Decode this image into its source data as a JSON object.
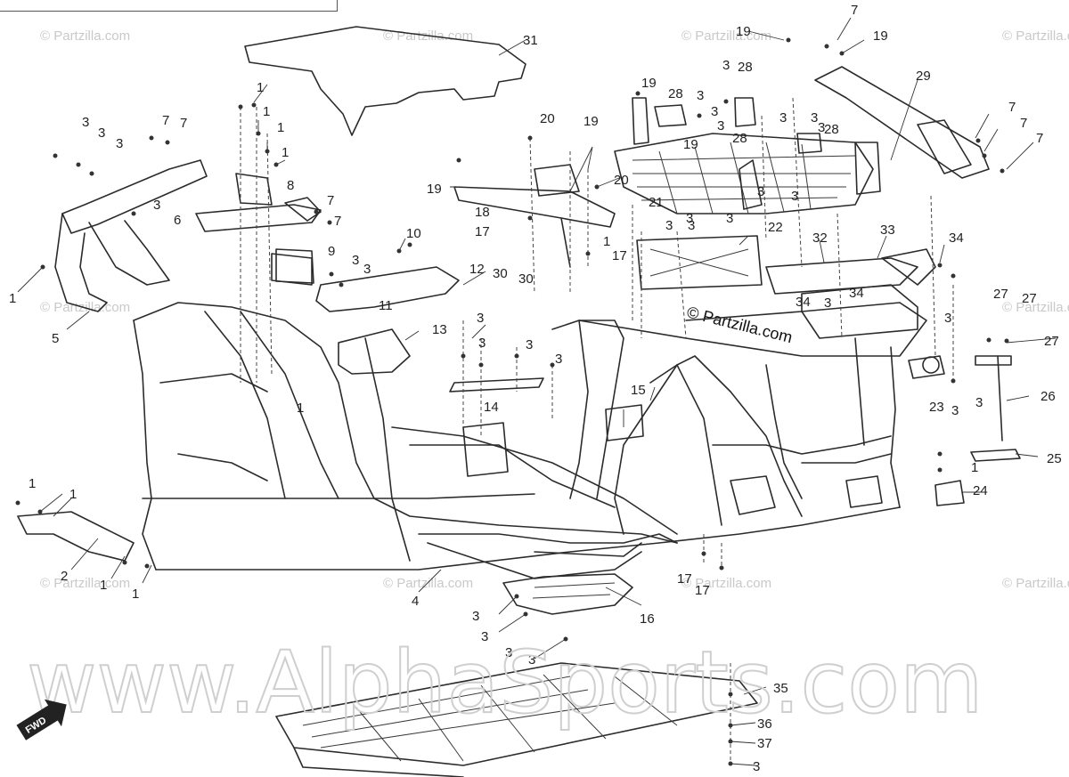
{
  "watermarks": {
    "small": "© Partzilla.com",
    "big": "www.AlphaSports.com"
  },
  "direction_badge": "FWD",
  "callouts": [
    {
      "id": "c1",
      "label": "1"
    },
    {
      "id": "c2",
      "label": "1"
    },
    {
      "id": "c3",
      "label": "1"
    },
    {
      "id": "c4",
      "label": "1"
    },
    {
      "id": "c5",
      "label": "1"
    },
    {
      "id": "c6",
      "label": "1"
    },
    {
      "id": "c7",
      "label": "1"
    },
    {
      "id": "c8",
      "label": "1"
    },
    {
      "id": "c9",
      "label": "1"
    },
    {
      "id": "c10",
      "label": "1"
    },
    {
      "id": "c11",
      "label": "1"
    },
    {
      "id": "c12",
      "label": "1"
    },
    {
      "id": "c13",
      "label": "2"
    },
    {
      "id": "c14",
      "label": "3"
    },
    {
      "id": "c15",
      "label": "3"
    },
    {
      "id": "c16",
      "label": "3"
    },
    {
      "id": "c17",
      "label": "3"
    },
    {
      "id": "c18",
      "label": "3"
    },
    {
      "id": "c19",
      "label": "3"
    },
    {
      "id": "c20",
      "label": "3"
    },
    {
      "id": "c21",
      "label": "3"
    },
    {
      "id": "c22",
      "label": "3"
    },
    {
      "id": "c23",
      "label": "3"
    },
    {
      "id": "c24",
      "label": "3"
    },
    {
      "id": "c25",
      "label": "3"
    },
    {
      "id": "c26",
      "label": "3"
    },
    {
      "id": "c27",
      "label": "3"
    },
    {
      "id": "c28",
      "label": "3"
    },
    {
      "id": "c29",
      "label": "3"
    },
    {
      "id": "c30",
      "label": "3"
    },
    {
      "id": "c31",
      "label": "3"
    },
    {
      "id": "c32",
      "label": "3"
    },
    {
      "id": "c33",
      "label": "3"
    },
    {
      "id": "c34",
      "label": "3"
    },
    {
      "id": "c35",
      "label": "3"
    },
    {
      "id": "c36",
      "label": "3"
    },
    {
      "id": "c37",
      "label": "3"
    },
    {
      "id": "c38",
      "label": "3"
    },
    {
      "id": "c39",
      "label": "3"
    },
    {
      "id": "c40",
      "label": "3"
    },
    {
      "id": "c41",
      "label": "3"
    },
    {
      "id": "c42",
      "label": "3"
    },
    {
      "id": "c43",
      "label": "3"
    },
    {
      "id": "c44",
      "label": "4"
    },
    {
      "id": "c45",
      "label": "5"
    },
    {
      "id": "c46",
      "label": "6"
    },
    {
      "id": "c47",
      "label": "7"
    },
    {
      "id": "c48",
      "label": "7"
    },
    {
      "id": "c49",
      "label": "7"
    },
    {
      "id": "c50",
      "label": "7"
    },
    {
      "id": "c51",
      "label": "7"
    },
    {
      "id": "c52",
      "label": "7"
    },
    {
      "id": "c53",
      "label": "7"
    },
    {
      "id": "c54",
      "label": "7"
    },
    {
      "id": "c55",
      "label": "8"
    },
    {
      "id": "c56",
      "label": "9"
    },
    {
      "id": "c57",
      "label": "10"
    },
    {
      "id": "c58",
      "label": "11"
    },
    {
      "id": "c59",
      "label": "12"
    },
    {
      "id": "c60",
      "label": "13"
    },
    {
      "id": "c61",
      "label": "14"
    },
    {
      "id": "c62",
      "label": "15"
    },
    {
      "id": "c63",
      "label": "16"
    },
    {
      "id": "c64",
      "label": "17"
    },
    {
      "id": "c65",
      "label": "17"
    },
    {
      "id": "c66",
      "label": "17"
    },
    {
      "id": "c67",
      "label": "17"
    },
    {
      "id": "c68",
      "label": "18"
    },
    {
      "id": "c69",
      "label": "19"
    },
    {
      "id": "c70",
      "label": "19"
    },
    {
      "id": "c71",
      "label": "19"
    },
    {
      "id": "c72",
      "label": "19"
    },
    {
      "id": "c73",
      "label": "19"
    },
    {
      "id": "c74",
      "label": "19"
    },
    {
      "id": "c75",
      "label": "20"
    },
    {
      "id": "c76",
      "label": "20"
    },
    {
      "id": "c77",
      "label": "21"
    },
    {
      "id": "c78",
      "label": "22"
    },
    {
      "id": "c79",
      "label": "23"
    },
    {
      "id": "c80",
      "label": "24"
    },
    {
      "id": "c81",
      "label": "25"
    },
    {
      "id": "c82",
      "label": "26"
    },
    {
      "id": "c83",
      "label": "27"
    },
    {
      "id": "c84",
      "label": "27"
    },
    {
      "id": "c85",
      "label": "27"
    },
    {
      "id": "c86",
      "label": "28"
    },
    {
      "id": "c87",
      "label": "28"
    },
    {
      "id": "c88",
      "label": "28"
    },
    {
      "id": "c89",
      "label": "28"
    },
    {
      "id": "c90",
      "label": "29"
    },
    {
      "id": "c91",
      "label": "30"
    },
    {
      "id": "c92",
      "label": "30"
    },
    {
      "id": "c93",
      "label": "31"
    },
    {
      "id": "c94",
      "label": "32"
    },
    {
      "id": "c95",
      "label": "33"
    },
    {
      "id": "c96",
      "label": "34"
    },
    {
      "id": "c97",
      "label": "34"
    },
    {
      "id": "c98",
      "label": "34"
    },
    {
      "id": "c99",
      "label": "35"
    },
    {
      "id": "c100",
      "label": "36"
    },
    {
      "id": "c101",
      "label": "37"
    },
    {
      "id": "c102",
      "label": "3"
    },
    {
      "id": "c103",
      "label": "3"
    }
  ]
}
